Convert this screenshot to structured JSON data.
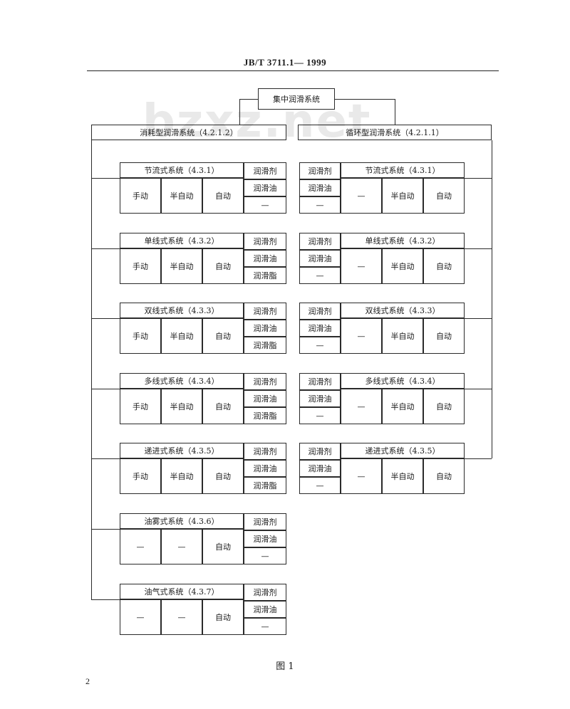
{
  "header": {
    "standard_code": "JB/T  3711.1— 1999"
  },
  "watermark": "bzxz.net",
  "root": {
    "label": "集中润滑系统"
  },
  "branches": {
    "left": {
      "title": "消耗型润滑系统（4.2.1.2）"
    },
    "right": {
      "title": "循环型润滑系统（4.2.1.1）"
    }
  },
  "left_systems": [
    {
      "title": "节流式系统（4.3.1）",
      "modes": [
        "手动",
        "半自动",
        "自动"
      ],
      "lubricants": [
        "润滑剂",
        "润滑油",
        "—"
      ]
    },
    {
      "title": "单线式系统（4.3.2）",
      "modes": [
        "手动",
        "半自动",
        "自动"
      ],
      "lubricants": [
        "润滑剂",
        "润滑油",
        "润滑脂"
      ]
    },
    {
      "title": "双线式系统（4.3.3）",
      "modes": [
        "手动",
        "半自动",
        "自动"
      ],
      "lubricants": [
        "润滑剂",
        "润滑油",
        "润滑脂"
      ]
    },
    {
      "title": "多线式系统（4.3.4）",
      "modes": [
        "手动",
        "半自动",
        "自动"
      ],
      "lubricants": [
        "润滑剂",
        "润滑油",
        "润滑脂"
      ]
    },
    {
      "title": "递进式系统（4.3.5）",
      "modes": [
        "手动",
        "半自动",
        "自动"
      ],
      "lubricants": [
        "润滑剂",
        "润滑油",
        "润滑脂"
      ]
    },
    {
      "title": "油雾式系统（4.3.6）",
      "modes": [
        "—",
        "—",
        "自动"
      ],
      "lubricants": [
        "润滑剂",
        "润滑油",
        "—"
      ]
    },
    {
      "title": "油气式系统（4.3.7）",
      "modes": [
        "—",
        "—",
        "自动"
      ],
      "lubricants": [
        "润滑剂",
        "润滑油",
        "—"
      ]
    }
  ],
  "right_systems": [
    {
      "title": "节流式系统（4.3.1）",
      "modes": [
        "—",
        "半自动",
        "自动"
      ],
      "lubricants": [
        "润滑剂",
        "润滑油",
        "—"
      ]
    },
    {
      "title": "单线式系统（4.3.2）",
      "modes": [
        "—",
        "半自动",
        "自动"
      ],
      "lubricants": [
        "润滑剂",
        "润滑油",
        "—"
      ]
    },
    {
      "title": "双线式系统（4.3.3）",
      "modes": [
        "—",
        "半自动",
        "自动"
      ],
      "lubricants": [
        "润滑剂",
        "润滑油",
        "—"
      ]
    },
    {
      "title": "多线式系统（4.3.4）",
      "modes": [
        "—",
        "半自动",
        "自动"
      ],
      "lubricants": [
        "润滑剂",
        "润滑油",
        "—"
      ]
    },
    {
      "title": "递进式系统（4.3.5）",
      "modes": [
        "—",
        "半自动",
        "自动"
      ],
      "lubricants": [
        "润滑剂",
        "润滑油",
        "—"
      ]
    }
  ],
  "figure_caption": "图 1",
  "page_number": "2"
}
